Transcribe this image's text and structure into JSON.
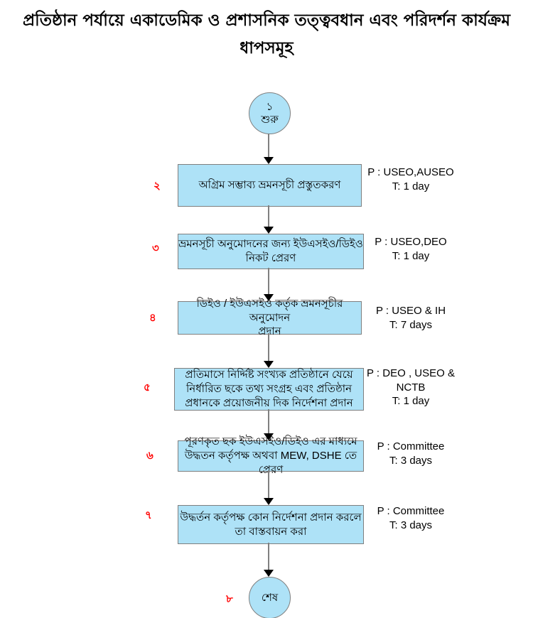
{
  "title": "প্রতিষ্ঠান পর্যায়ে একাডেমিক ও প্রশাসনিক তত্ত্ববধান এবং পরিদর্শন কার্যক্রম ধাপসমূহ",
  "colors": {
    "node_fill": "#aee2f7",
    "node_border": "#7f7f7f",
    "step_number": "#ff0000",
    "connector_line": "#808080",
    "arrowhead": "#000000",
    "text": "#000000",
    "background": "#ffffff"
  },
  "flowchart": {
    "start": {
      "number": "১",
      "label": "শুরু"
    },
    "steps": [
      {
        "number": "২",
        "lines": [
          "অগ্রিম সম্ভাব্য ভ্রমনসূচী প্রস্তুতকরণ"
        ],
        "annotation": [
          "P : USEO,AUSEO",
          "T: 1 day"
        ]
      },
      {
        "number": "৩",
        "lines": [
          "ভ্রমনসূচী অনুমোদনের জন্য ইউএসইও/ডিইও",
          "নিকট  প্রেরণ"
        ],
        "annotation": [
          "P : USEO,DEO",
          "T: 1 day"
        ]
      },
      {
        "number": "৪",
        "lines": [
          "ডিইও / ইউএসইও কর্তৃক ভ্রমনসূচীর অনুমোদন",
          "প্রদান"
        ],
        "annotation": [
          "P : USEO & IH",
          "T: 7 days"
        ]
      },
      {
        "number": "৫",
        "lines": [
          "প্রতিমাসে নির্দ্দিষ্ট সংখ্যক প্রতিষ্ঠানে যেয়ে",
          "নির্ধারিত ছকে তথ্য সংগ্রহ এবং প্রতিষ্ঠান",
          "প্রধানকে প্রয়োজনীয় দিক নির্দেশনা প্রদান"
        ],
        "annotation": [
          "P : DEO , USEO &",
          "NCTB",
          "T: 1 day"
        ]
      },
      {
        "number": "৬",
        "lines": [
          "পূরণকৃত ছক ইউএসইও/ডিইও  এর মাধ্যমে",
          "উদ্ধতন কর্তৃপক্ষ অথবা MEW, DSHE তে প্রেরণ"
        ],
        "annotation": [
          "P : Committee",
          "T: 3 days"
        ]
      },
      {
        "number": "৭",
        "lines": [
          "উদ্ধর্তন কর্তৃপক্ষ কোন নির্দেশনা প্রদান করলে",
          "তা বাস্তবায়ন করা"
        ],
        "annotation": [
          "P : Committee",
          "T: 3 days"
        ]
      }
    ],
    "end": {
      "number": "৮",
      "label": "শেষ"
    }
  }
}
